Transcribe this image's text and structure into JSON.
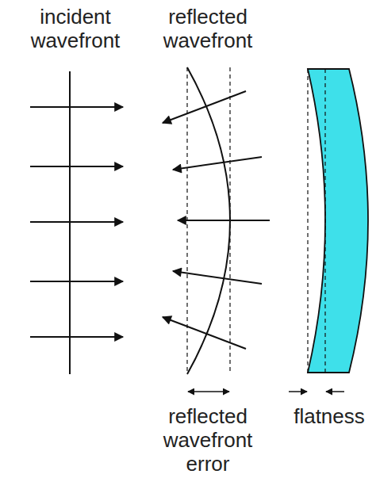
{
  "diagram": {
    "labels": [
      "incident wavefront",
      "reflected wavefront",
      "reflected wavefront error",
      "flatness"
    ]
  }
}
